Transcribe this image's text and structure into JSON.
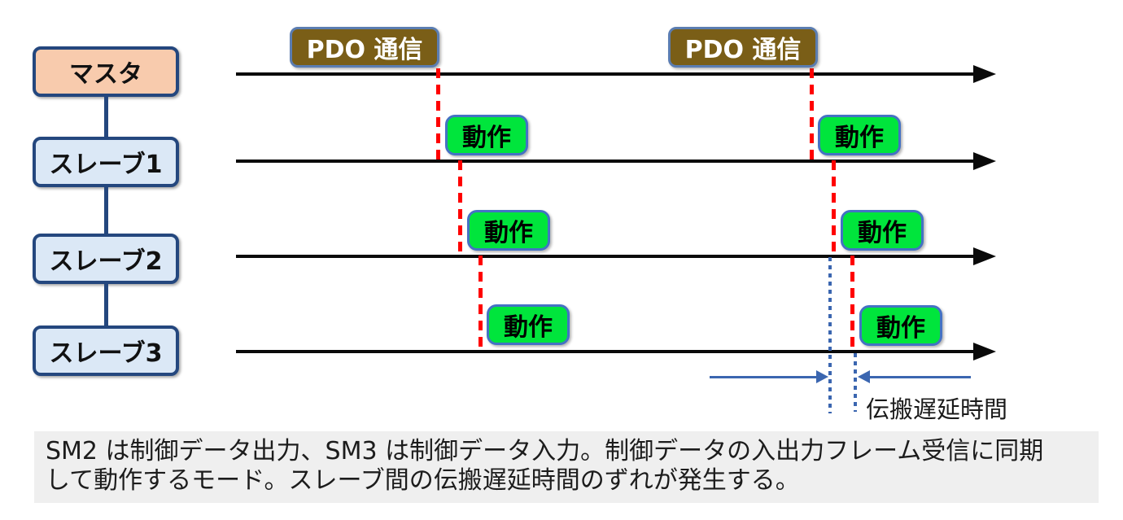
{
  "diagram": {
    "nodes": [
      {
        "id": "master",
        "label": "マスタ"
      },
      {
        "id": "slave1",
        "label": "スレーブ1"
      },
      {
        "id": "slave2",
        "label": "スレーブ2"
      },
      {
        "id": "slave3",
        "label": "スレーブ3"
      }
    ],
    "pdo_label": "PDO 通信",
    "action_label": "動作",
    "delay_label": "伝搬遅延時間",
    "colors": {
      "master_fill": "#F8CBAD",
      "slave_fill": "#DBE8F6",
      "node_border": "#24477E",
      "pdo_fill": "#7A5E17",
      "pdo_text": "#FFFFFF",
      "action_fill": "#00E53C",
      "action_border": "#4472C4",
      "sync_dash_red": "#FF0000",
      "delay_blue": "#3B66B0",
      "timeline_black": "#0A0A0A",
      "note_bg": "#EFEFEF"
    }
  },
  "note": {
    "line1": "SM2 は制御データ出力、SM3 は制御データ入力。制御データの入出力フレーム受信に同期",
    "line2": "して動作するモード。スレーブ間の伝搬遅延時間のずれが発生する。"
  }
}
